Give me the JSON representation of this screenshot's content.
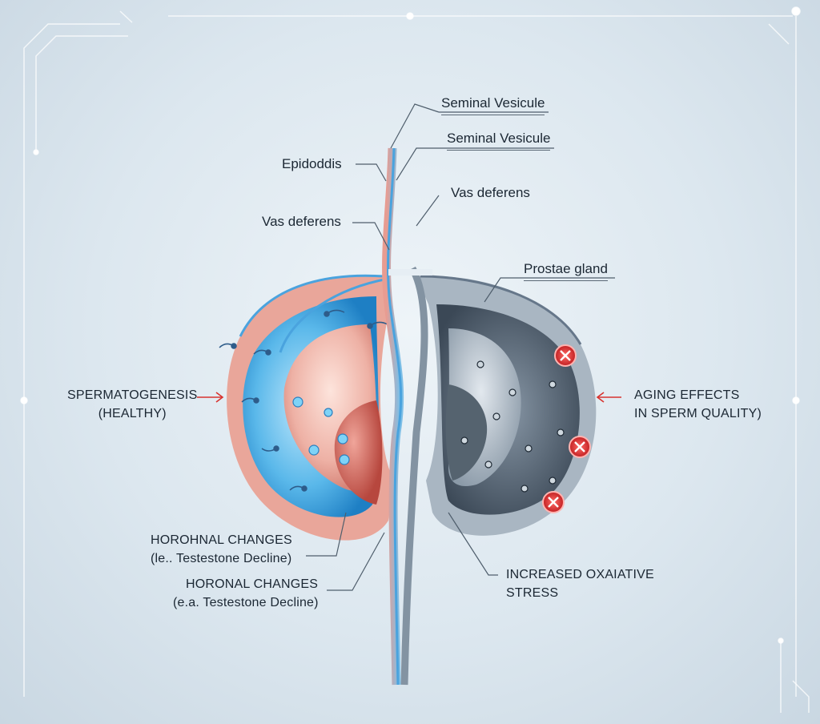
{
  "labels": {
    "seminal_vesicule_1": "Seminal Vesicule",
    "seminal_vesicule_2": "Seminal Vesicule",
    "epididymis": "Epidoddis",
    "vas_deferens_right": "Vas deferens",
    "vas_deferens_left": "Vas deferens",
    "prostate_gland": "Prostae gland",
    "spermatogenesis_line1": "SPERMATOGENESIS",
    "spermatogenesis_line2": "(HEALTHY)",
    "aging_line1": "AGING EFFECTS",
    "aging_line2": "IN SPERM QUALITY)",
    "hormonal_1_line1": "HOROHNAL CHANGES",
    "hormonal_1_line2": "(le.. Testestone Decline)",
    "hormonal_2_line1": "HORONAL CHANGES",
    "hormonal_2_line2": "(e.a. Testestone Decline)",
    "oxidative_line1": "INCREASED OXAIATIVE",
    "oxidative_line2": "STRESS"
  },
  "colors": {
    "healthy_blue": "#3aa6e0",
    "healthy_pink": "#e8a39a",
    "aged_gray": "#7d8e9d",
    "aged_dark": "#3e4c5a",
    "warning_red": "#d9302f",
    "arrow_red": "#d8332f"
  },
  "icons": {
    "damage_markers": [
      "x-circle-icon",
      "x-circle-icon",
      "x-circle-icon"
    ],
    "arrows": [
      "arrow-right-icon",
      "arrow-left-icon"
    ]
  }
}
